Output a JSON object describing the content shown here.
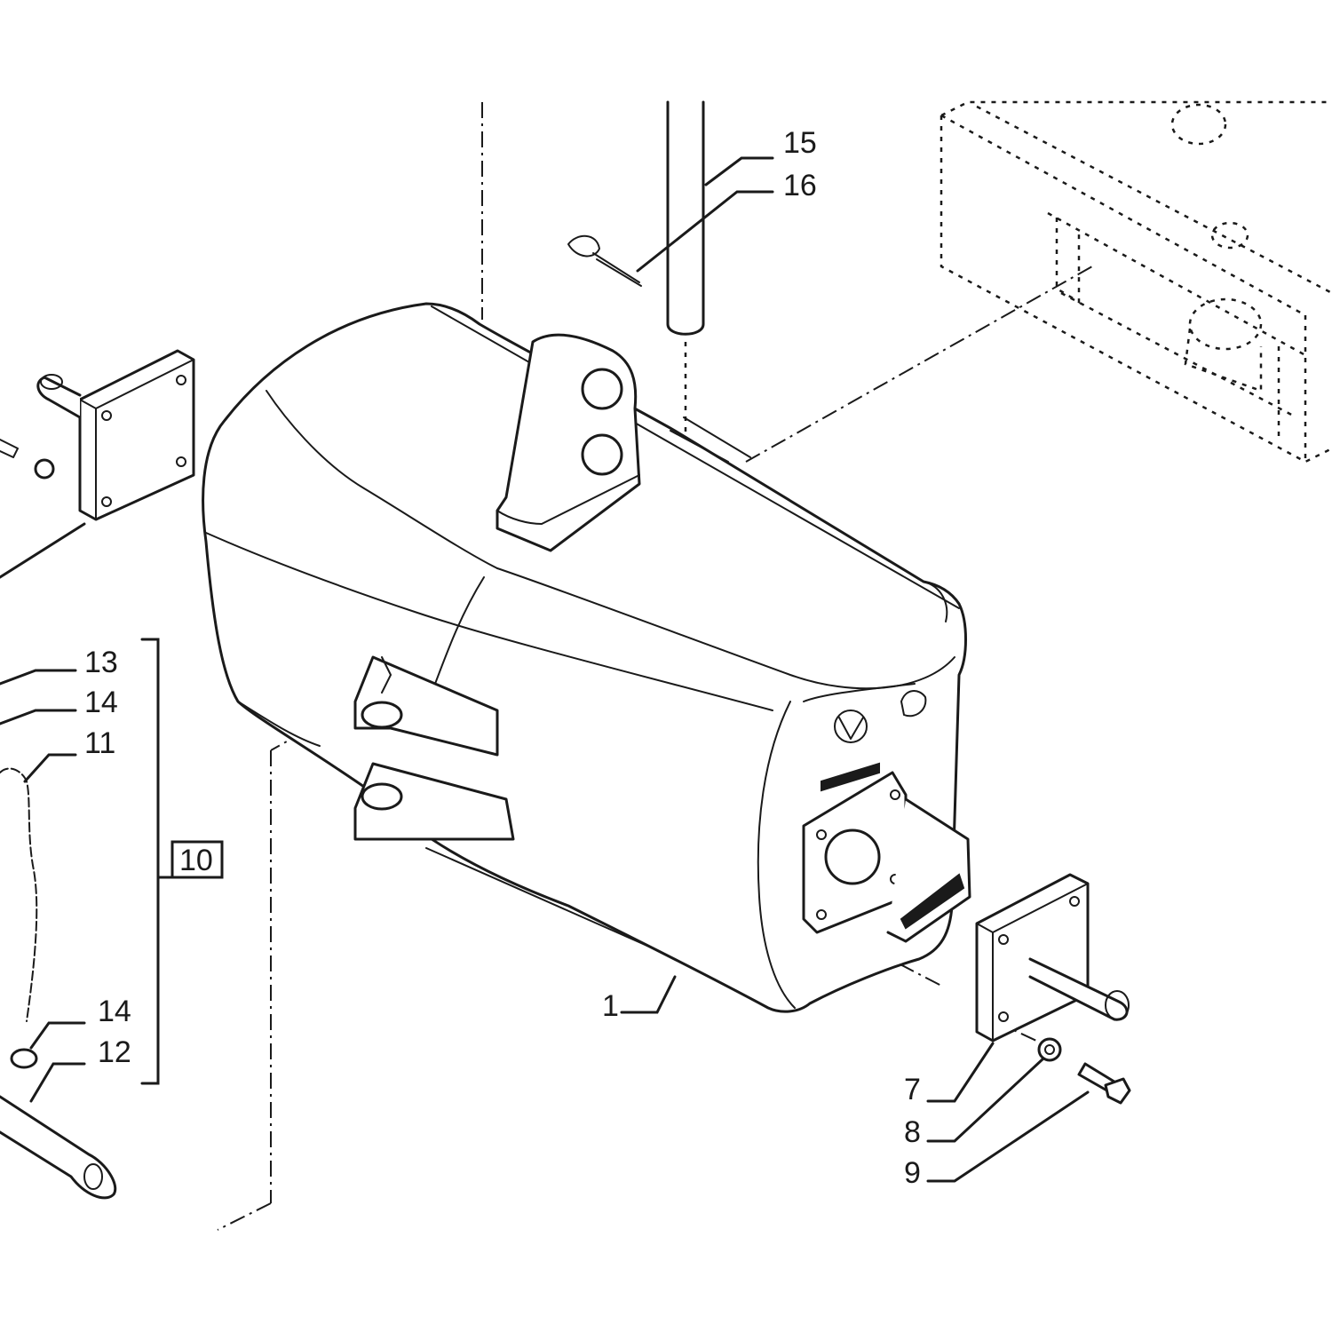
{
  "callouts": {
    "c1": "1",
    "c7": "7",
    "c8": "8",
    "c9": "9",
    "c10": "10",
    "c11": "11",
    "c12": "12",
    "c13": "13",
    "c14a": "14",
    "c14b": "14",
    "c15": "15",
    "c16": "16"
  }
}
